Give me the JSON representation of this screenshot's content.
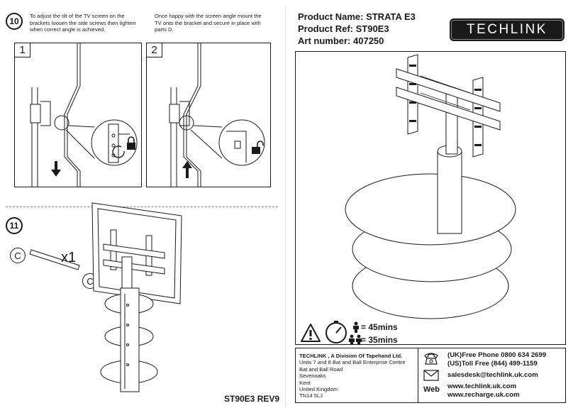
{
  "step10": {
    "number": "10",
    "instruction_left": "To adjust the tilt of the TV screen on the brackets loosen the side screws then tighten when correct angle is achieved.",
    "instruction_right": "Once happy with the screen angle mount the TV onto the bracket and secure in place with parts D.",
    "panel1_label": "1",
    "panel2_label": "2"
  },
  "step11": {
    "number": "11",
    "part_letter": "C",
    "part_qty": "x1",
    "callout_letter": "C"
  },
  "product": {
    "name": "Product Name: STRATA E3",
    "ref": "Product Ref: ST90E3",
    "art": "Art number: 407250"
  },
  "brand": {
    "logo_text": "TECHLINK"
  },
  "assembly_time": {
    "one_person": "= 45mins",
    "two_people": "= 35mins"
  },
  "company": {
    "name": "TECHLINK , A Division Of Tapehand Ltd.",
    "address": [
      "Units 7 and 8 Bat and Ball Enterprise Centre",
      "Bat and Ball Road",
      "Sevenoaks",
      "Kent",
      "United Kingdom",
      "TN14 5LJ"
    ]
  },
  "contact": {
    "phone_uk": "(UK)Free Phone 0800 634 2699",
    "phone_us": "(US)Toll Free (844) 499-1159",
    "email": "salesdesk@techlink.uk.com",
    "web_label": "Web",
    "web1": "www.techlink.uk.com",
    "web2": "www.recharge.uk.com"
  },
  "footer": {
    "ref": "ST90E3 REV9"
  },
  "colors": {
    "ink": "#1a1a1a",
    "background": "#ffffff"
  }
}
